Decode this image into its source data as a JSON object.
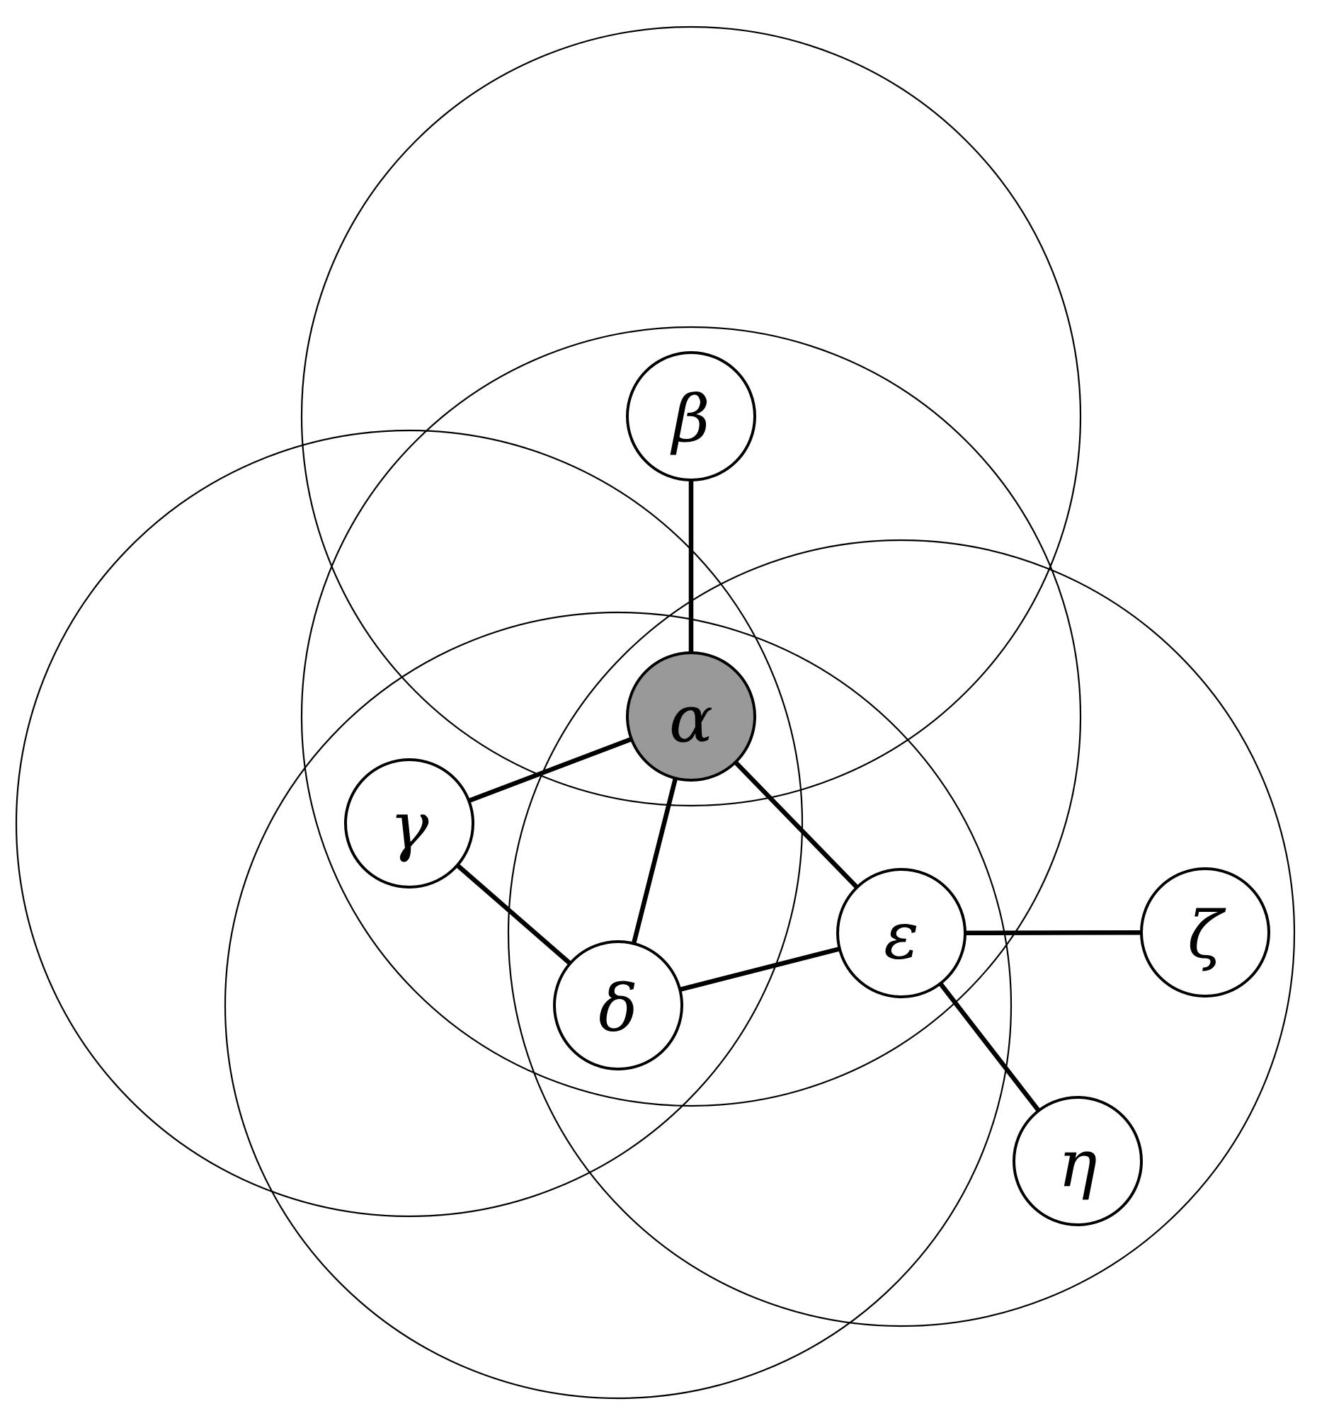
{
  "diagram": {
    "colors": {
      "stroke": "#000000",
      "background": "#ffffff",
      "node_fill": "#ffffff",
      "highlight_fill": "#999999"
    },
    "nodes": [
      {
        "id": "alpha",
        "label": "α",
        "highlighted": true
      },
      {
        "id": "beta",
        "label": "β",
        "highlighted": false
      },
      {
        "id": "gamma",
        "label": "γ",
        "highlighted": false
      },
      {
        "id": "delta",
        "label": "δ",
        "highlighted": false
      },
      {
        "id": "epsilon",
        "label": "ε",
        "highlighted": false
      },
      {
        "id": "zeta",
        "label": "ζ",
        "highlighted": false
      },
      {
        "id": "eta",
        "label": "η",
        "highlighted": false
      }
    ],
    "edges": [
      {
        "from": "alpha",
        "to": "beta"
      },
      {
        "from": "alpha",
        "to": "gamma"
      },
      {
        "from": "alpha",
        "to": "delta"
      },
      {
        "from": "alpha",
        "to": "epsilon"
      },
      {
        "from": "gamma",
        "to": "delta"
      },
      {
        "from": "delta",
        "to": "epsilon"
      },
      {
        "from": "epsilon",
        "to": "zeta"
      },
      {
        "from": "epsilon",
        "to": "eta"
      }
    ],
    "range_circles": [
      "alpha",
      "beta",
      "gamma",
      "delta",
      "epsilon"
    ]
  }
}
